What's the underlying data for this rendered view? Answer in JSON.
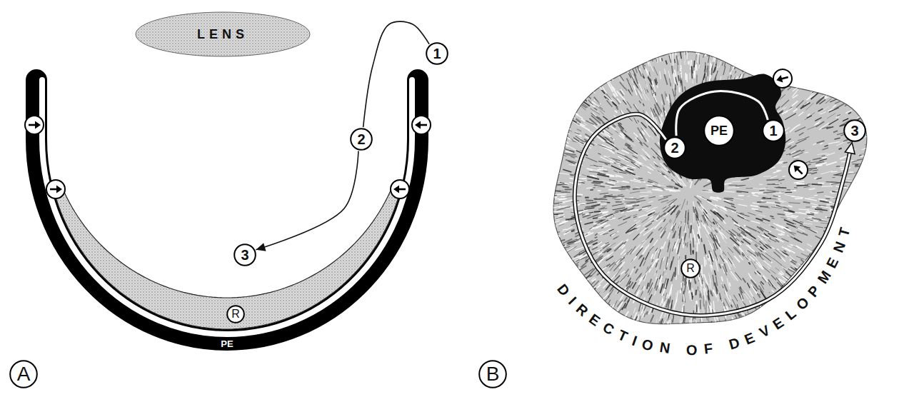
{
  "diagram": {
    "nodes": [
      {
        "text": [
          "A"
        ]
      },
      {
        "text": [
          "LENS"
        ]
      },
      {
        "text": [
          "1"
        ]
      },
      {
        "text": [
          "2"
        ]
      },
      {
        "text": [
          "3"
        ]
      },
      {
        "text": [
          "R"
        ]
      },
      {
        "text": [
          "B"
        ]
      },
      {
        "text": [
          "PE"
        ]
      },
      {
        "text": [
          "1"
        ]
      },
      {
        "text": [
          "2"
        ]
      },
      {
        "text": [
          "3"
        ]
      },
      {
        "text": [
          "R"
        ]
      }
    ],
    "edges": [
      {
        "from": 2,
        "to": 3,
        "arrow": "none"
      },
      {
        "from": 3,
        "to": 4,
        "arrow": "to"
      },
      {
        "from": 8,
        "to": 9,
        "arrow": "none"
      },
      {
        "from": 9,
        "to": 10,
        "arrow": "to"
      }
    ],
    "labels": [
      "PE",
      "DIRECTION OF DEVELOPMENT"
    ]
  }
}
